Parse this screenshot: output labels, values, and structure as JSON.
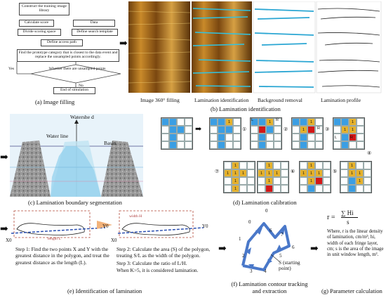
{
  "flow": {
    "construct": "Construct the training image library",
    "calc": "Calculate score",
    "data": "Data",
    "divide": "Divide scoring space",
    "template": "Define search template",
    "path": "Define access path",
    "find": "Find the prototype category that is closest to the data event and replace the unsampled points accordingly.",
    "whether": "Whether there are unsampled points",
    "yes": "Yes",
    "no": "No",
    "end": "End of simulation"
  },
  "captions": {
    "a": "(a) Image filling",
    "b": "(b) Lamination identification",
    "c": "(c) Lamination boundary segmentation",
    "d": "(d) Lamination calibration",
    "e": "(e) Identification of lamination",
    "f": "(f) Lamination contour tracking and extraction",
    "g": "(g) Parameter calculation"
  },
  "b_labels": {
    "img360": "Image 360° filling",
    "ident": "Lamination identification",
    "bg": "Background removal",
    "profile": "Lamination profile"
  },
  "c_labels": {
    "watershed": "Watershe d",
    "waterline": "Water line",
    "basin": "Basin"
  },
  "d_labels": {
    "c1": "①",
    "c2": "②",
    "c3": "③",
    "c4": "④",
    "c5": "⑤",
    "c6": "⑥",
    "c7": "⑦",
    "L": "L",
    "R": "R"
  },
  "e_labels": {
    "x0": "X0",
    "y0a": "Y0",
    "y0b": "Y0",
    "x0b": "X0",
    "length": "length L",
    "width": "width H",
    "step1": "Step 1: Find the two points X and Y with the greatest distance in the polygon, and treat the greatest distance as the length (L).",
    "step2": "Step 2: Calculate the area (S) of the polygon, treating S/L as the width of the polygon.",
    "step3": "Step 3: Calculate the ratio of L/H.",
    "step4": "When K>5, it is considered lamination."
  },
  "f_labels": {
    "n0": "0",
    "n1": "1",
    "n2": "2",
    "n3": "3",
    "n4": "4",
    "n5": "5",
    "n6": "6",
    "n7": "7",
    "n6b": "6",
    "n0b": "0",
    "s": "S (starting point)"
  },
  "g_labels": {
    "formula_r": "r =",
    "formula_num": "∑ Hi",
    "formula_den": "s",
    "desc": "Where, r is the linear density of lamination, cm/m²; hi, width of each fringe layer, cm; s is the area of the image in unit window length, m²."
  },
  "colors": {
    "blue": "#3b9ee3",
    "yellow": "#e5b12c",
    "red": "#d31717",
    "arrow_blue": "#4a78c9",
    "orange_arrow": "#f2a55a"
  }
}
